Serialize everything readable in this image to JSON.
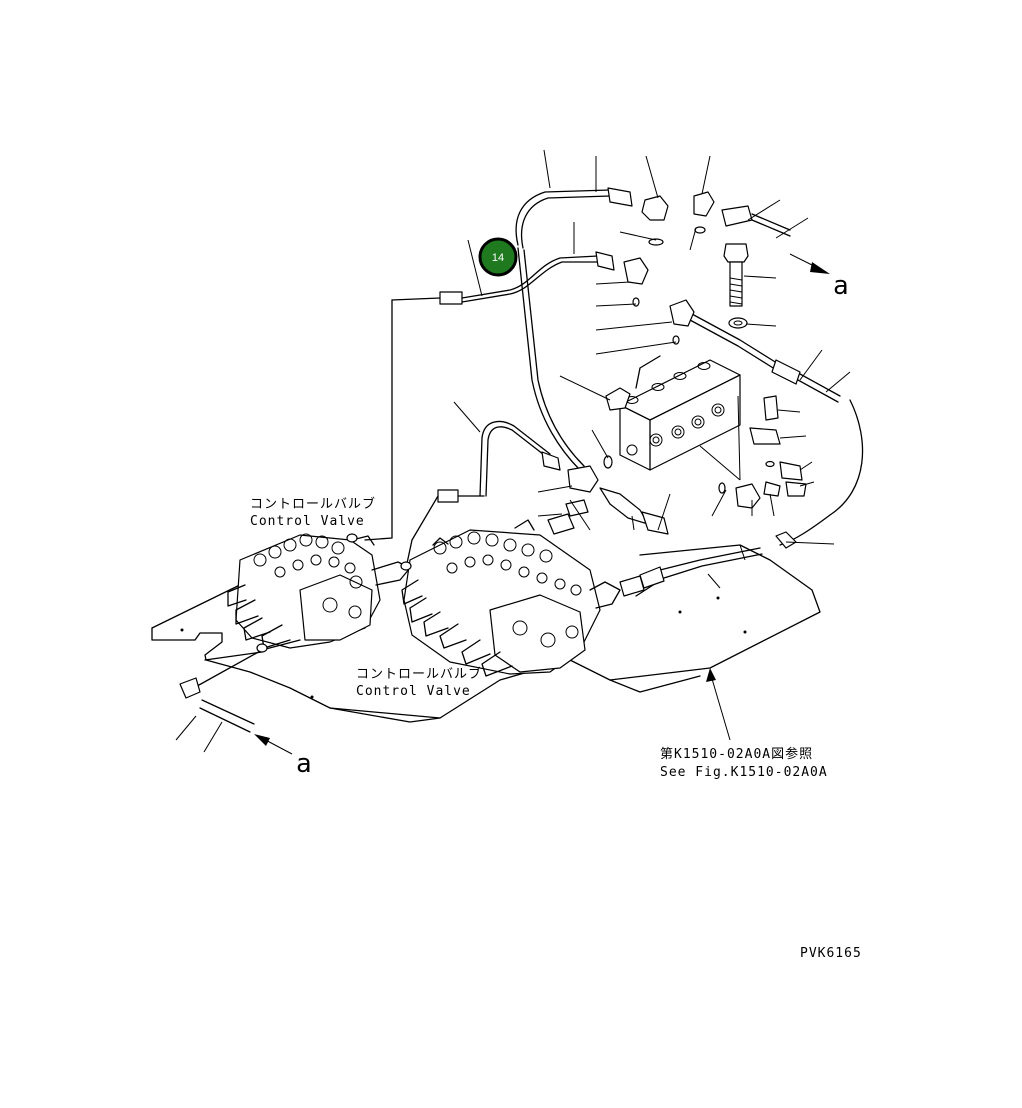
{
  "labels": {
    "control_valve_1_jp": "コントロールバルブ",
    "control_valve_1_en": "Control Valve",
    "control_valve_2_jp": "コントロールバルブ",
    "control_valve_2_en": "Control Valve",
    "see_fig_jp": "第K1510-02A0A図参照",
    "see_fig_en": "See Fig.K1510-02A0A",
    "arrow_a_top": "a",
    "arrow_a_bottom": "a",
    "drawing_code": "PVK6165"
  },
  "callout": {
    "number": "14",
    "color": "#1f7a1f",
    "ring_color": "#000000"
  }
}
